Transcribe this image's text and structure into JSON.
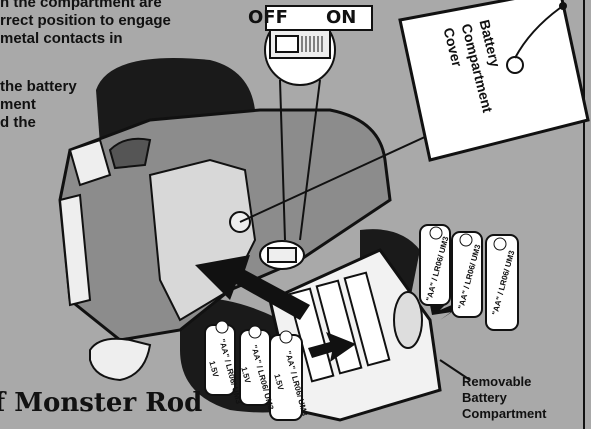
{
  "instructions": {
    "line1": "n the compartment are",
    "line2": "rrect position to engage",
    "line3": "metal contacts in",
    "line4": "the battery",
    "line5": "ment",
    "line6": "d the"
  },
  "switch": {
    "off_label": "OFF",
    "on_label": "ON"
  },
  "cover": {
    "line1": "Battery",
    "line2": "Compartment",
    "line3": "Cover"
  },
  "compartment_label": {
    "line1": "Removable",
    "line2": "Battery",
    "line3": "Compartment"
  },
  "battery_label": {
    "size": "\"AA\" / LR06/ UM3",
    "voltage": "1.5V"
  },
  "title": "f Monster Rod",
  "colors": {
    "background": "#a9a9a9",
    "car_body": "#8c8c8c",
    "tire": "#1a1a1a",
    "paper": "#ffffff",
    "ink": "#111111"
  }
}
